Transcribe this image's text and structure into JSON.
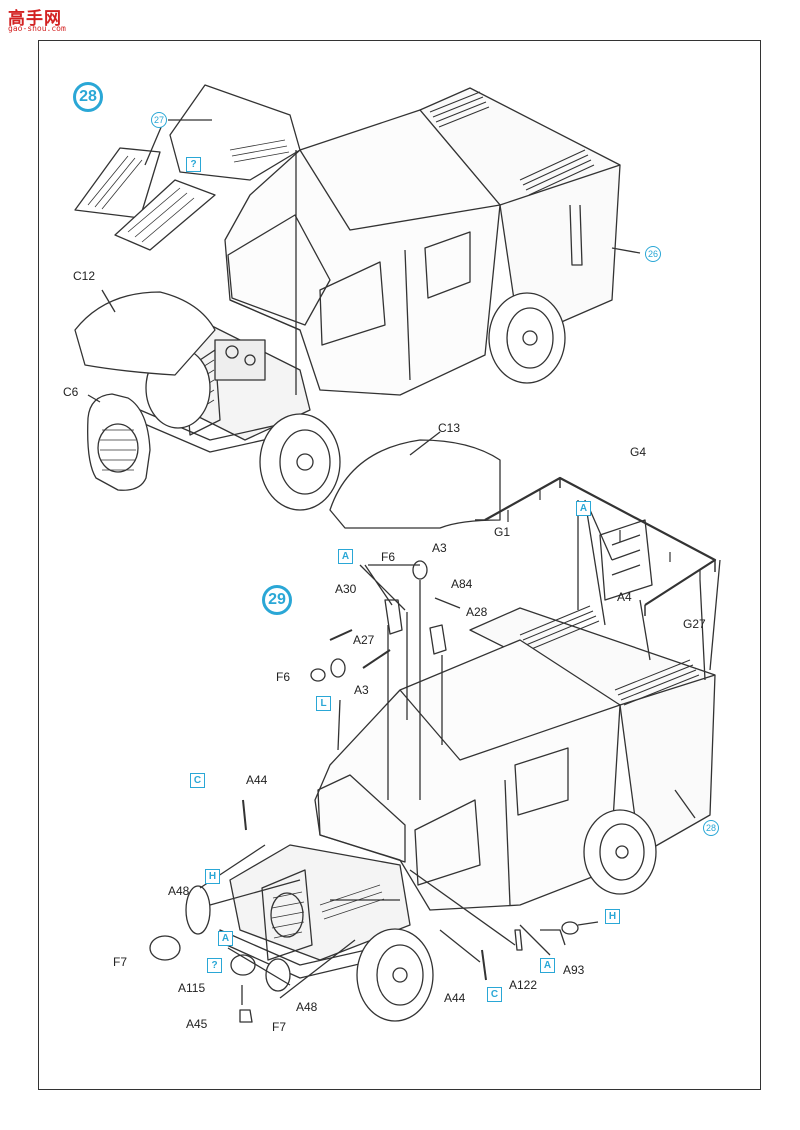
{
  "watermark": {
    "brand": "高手网",
    "url": "gao-shou.com"
  },
  "step28": {
    "number": "28",
    "ref_27": "27",
    "ref_26": "26",
    "tag_q": "?",
    "labels": {
      "c12": "C12",
      "c6": "C6",
      "c13": "C13"
    }
  },
  "step29": {
    "number": "29",
    "ref_28": "28",
    "tags": {
      "a": "A",
      "l": "L",
      "c": "C",
      "h": "H",
      "q": "?"
    },
    "labels": {
      "g4": "G4",
      "g1": "G1",
      "a4": "A4",
      "g27": "G27",
      "f6": "F6",
      "a3": "A3",
      "a84": "A84",
      "a30": "A30",
      "a28": "A28",
      "a27": "A27",
      "a44": "A44",
      "a48": "A48",
      "f7": "F7",
      "a115": "A115",
      "a45": "A45",
      "a122": "A122",
      "a93": "A93"
    }
  },
  "colors": {
    "accent": "#2aa7d6",
    "line": "#333333"
  }
}
